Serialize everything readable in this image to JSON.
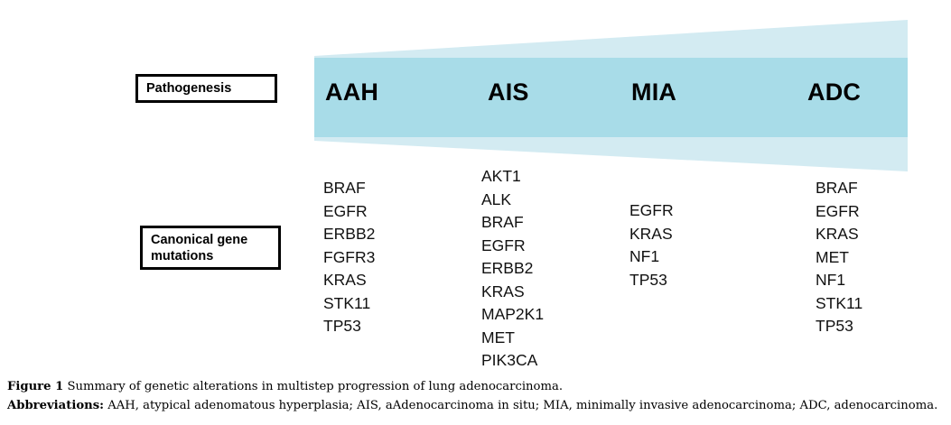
{
  "figure": {
    "row_labels": {
      "pathogenesis": "Pathogenesis",
      "mutations": "Canonical gene\nmutations"
    },
    "stages": [
      {
        "abbr": "AAH",
        "full": "atypical adenomatous hyperplasia"
      },
      {
        "abbr": "AIS",
        "full": "aAdenocarcinoma in situ"
      },
      {
        "abbr": "MIA",
        "full": "minimally invasive adenocarcinoma"
      },
      {
        "abbr": "ADC",
        "full": "adenocarcinoma"
      }
    ],
    "gene_columns": {
      "aah": [
        "BRAF",
        "EGFR",
        "ERBB2",
        "FGFR3",
        "KRAS",
        "STK11",
        "TP53"
      ],
      "ais": [
        "AKT1",
        "ALK",
        "BRAF",
        "EGFR",
        "ERBB2",
        "KRAS",
        "MAP2K1",
        "MET",
        "PIK3CA"
      ],
      "mia": [
        "EGFR",
        "KRAS",
        "NF1",
        "TP53"
      ],
      "adc": [
        "BRAF",
        "EGFR",
        "KRAS",
        "MET",
        "NF1",
        "STK11",
        "TP53"
      ]
    },
    "colors": {
      "wedge_light": "#d3ebf2",
      "band_dark": "#a8dce8",
      "text": "#000000",
      "box_border": "#000000",
      "background": "#ffffff"
    },
    "caption": {
      "figure_lead": "Figure 1",
      "figure_text": "Summary of genetic alterations in multistep progression of lung adenocarcinoma.",
      "abbrev_lead": "Abbreviations:",
      "abbrev_text": "AAH, atypical adenomatous hyperplasia; AIS, aAdenocarcinoma in situ; MIA, minimally invasive adenocarcinoma; ADC, adenocarcinoma."
    }
  }
}
